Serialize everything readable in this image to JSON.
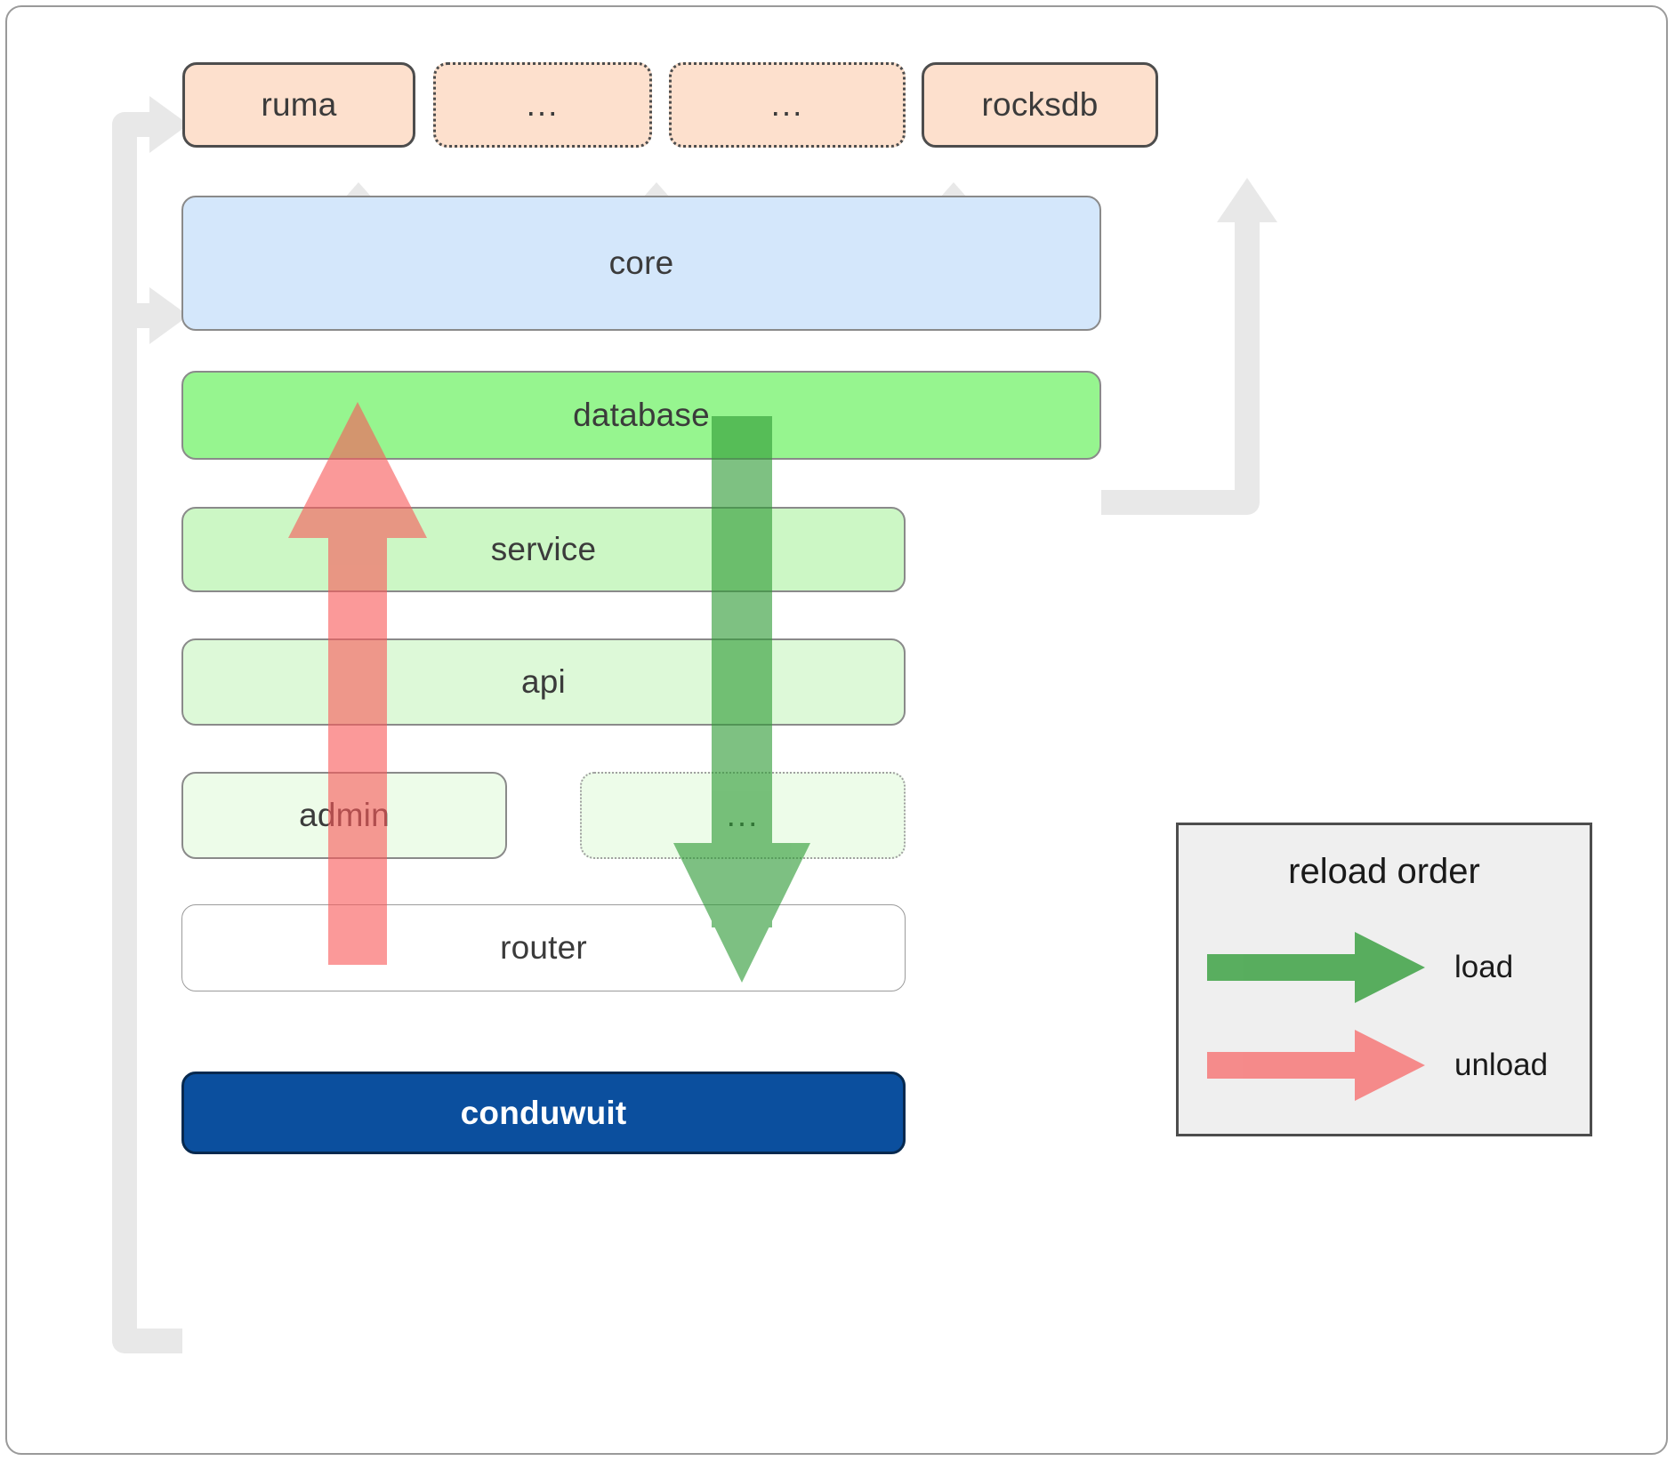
{
  "diagram": {
    "title": "conduwuit crate dependency / reload order diagram",
    "colors": {
      "external_fill": "#fde0cd",
      "core_fill": "#d4e7fb",
      "database_fill": "#96f58f",
      "service_fill": "#ccf7c5",
      "api_fill": "#ddf9d8",
      "admin_fill": "#edfce9",
      "router_fill": "#ffffff",
      "conduwuit_fill": "#0b4f9e",
      "connector_gray": "#e8e8e8",
      "load_green": "#57ac5c",
      "unload_red": "#f98a8a",
      "legend_bg": "#efefef",
      "border_dark": "#4d4d4d",
      "border_gray": "#8a8a8a"
    },
    "external_row": [
      {
        "label": "ruma",
        "style": "solid"
      },
      {
        "label": "...",
        "style": "dotted"
      },
      {
        "label": "...",
        "style": "dotted"
      },
      {
        "label": "rocksdb",
        "style": "solid"
      }
    ],
    "layers": [
      {
        "label": "core",
        "style": "solid-thin"
      },
      {
        "label": "database",
        "style": "solid-thin"
      },
      {
        "label": "service",
        "style": "solid-thin"
      },
      {
        "label": "api",
        "style": "solid-thin"
      },
      {
        "label": "admin",
        "style": "solid-thin"
      },
      {
        "label": "...",
        "style": "dotted-thin"
      },
      {
        "label": "router",
        "style": "solid-thin"
      }
    ],
    "root": {
      "label": "conduwuit"
    }
  },
  "legend": {
    "title": "reload order",
    "entries": [
      {
        "label": "load",
        "color": "#57ac5c",
        "direction": "down"
      },
      {
        "label": "unload",
        "color": "#f98a8a",
        "direction": "up"
      }
    ]
  }
}
